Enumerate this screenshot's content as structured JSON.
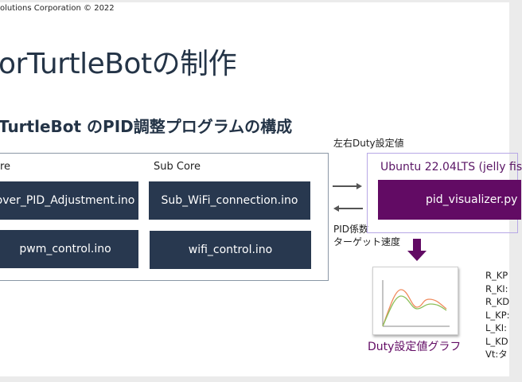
{
  "header": {
    "copyright": "olutions Corporation © 2022",
    "title": "orTurtleBotの制作",
    "subtitle": "TurtleBot のPID調整プログラムの構成"
  },
  "left_panel": {
    "main_core_label": "re",
    "sub_core_label": "Sub Core",
    "main_files": [
      "over_PID_Adjustment.ino",
      "pwm_control.ino"
    ],
    "sub_files": [
      "Sub_WiFi_connection.ino",
      "wifi_control.ino"
    ],
    "box_color": "#28384f"
  },
  "connectors": {
    "top_label": "左右Duty設定値",
    "bottom_label_line1": "PID係数",
    "bottom_label_line2": "ターゲット速度",
    "arrow_color": "#555555"
  },
  "ubuntu_panel": {
    "label": "Ubuntu 22.04LTS (jelly fis",
    "file": "pid_visualizer.py",
    "accent_color": "#620b64",
    "frame_color": "#b7a8e6"
  },
  "graph": {
    "caption": "Duty設定値グラフ",
    "arrow_icon": "down-arrow",
    "line_colors": [
      "#f08a5d",
      "#8cc05a"
    ]
  },
  "params": {
    "items": [
      "R_KP",
      "R_KI:",
      "R_KD",
      "L_KP:",
      "L_KI:",
      "L_KD",
      "Vt:タ"
    ]
  }
}
